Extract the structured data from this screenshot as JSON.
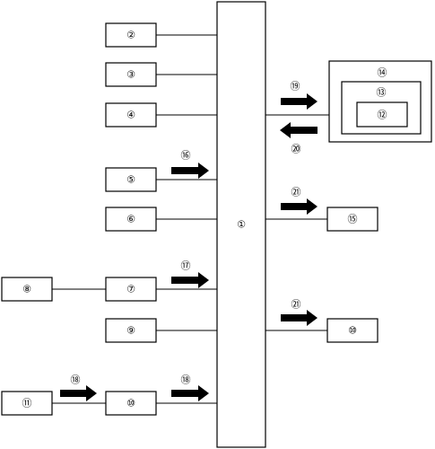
{
  "labels": {
    "b1": "①",
    "b2": "②",
    "b3": "③",
    "b4": "④",
    "b5": "⑤",
    "b6": "⑥",
    "b7": "⑦",
    "b8": "⑧",
    "b9": "⑨",
    "b10a": "⑩",
    "b10b": "⑩",
    "b11": "⑪",
    "b12": "⑫",
    "b13": "⑬",
    "b14": "⑭",
    "b15": "⑮",
    "a16": "⑯",
    "a17": "⑰",
    "a18a": "⑱",
    "a18b": "⑱",
    "a19": "⑲",
    "a20": "⑳",
    "a21a": "㉑",
    "a21b": "㉑"
  }
}
